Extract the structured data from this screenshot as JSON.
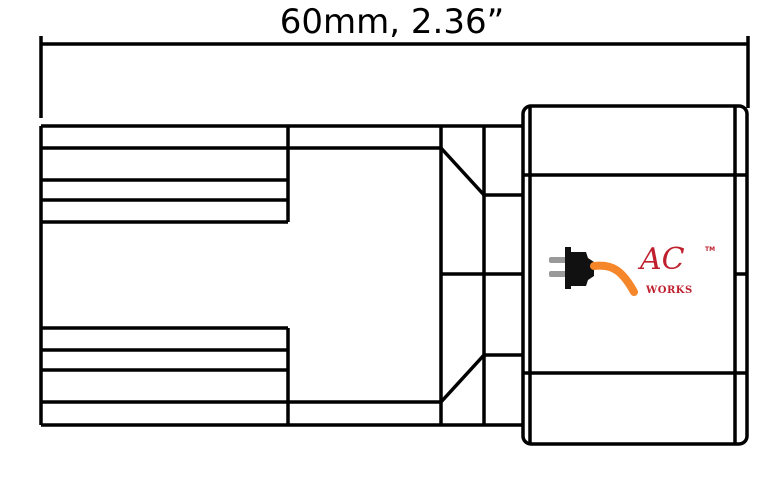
{
  "dimension": {
    "label": "60mm, 2.36”"
  },
  "logo": {
    "brand": "AC",
    "sub": "WORKS",
    "tm": "TM",
    "colors": {
      "red": "#c0202e",
      "cord": "#f5862a",
      "plug": "#111111"
    }
  }
}
